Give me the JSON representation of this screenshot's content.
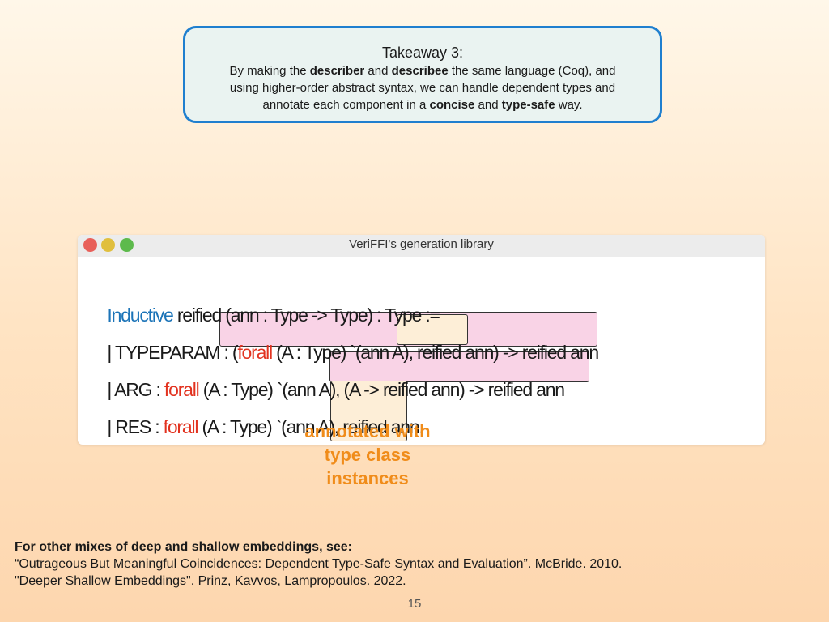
{
  "takeaway": {
    "title": "Takeaway 3:",
    "line1": {
      "a": "By making the ",
      "b": "describer",
      "c": " and ",
      "d": "describee",
      "e": " the same language (Coq), and"
    },
    "line2": "using higher-order abstract syntax, we can handle dependent types and",
    "line3": {
      "a": "annotate each component in a ",
      "b": "concise",
      "c": " and ",
      "d": "type-safe",
      "e": " way."
    }
  },
  "window": {
    "title": "VeriFFI's generation library",
    "code": {
      "line1": {
        "kw": "Inductive",
        "rest": " reified (ann : Type -> Type) : Type :="
      },
      "line2": {
        "a": "| TYPEPARAM : (",
        "kw": "forall",
        "b": " (A : Type) `(ann A), reified ann) -> reified ann"
      },
      "line3": {
        "a": "| ARG : ",
        "kw": "forall",
        "b": " (A : Type) `(ann A), (A -> reified ann) -> reified ann"
      },
      "line4": {
        "a": "| RES : ",
        "kw": "forall",
        "b": " (A : Type) `(ann A), reified ann."
      }
    }
  },
  "annotation": {
    "line1": "annotated with",
    "line2": "type class",
    "line3": "instances"
  },
  "references": {
    "heading": "For other mixes of deep and shallow embeddings, see:",
    "ref1": "“Outrageous But Meaningful Coincidences: Dependent Type-Safe Syntax and Evaluation”. McBride. 2010.",
    "ref2": "\"Deeper Shallow Embeddings\". Prinz, Kavvos, Lampropoulos. 2022."
  },
  "page_number": "15",
  "colors": {
    "takeaway_border": "#1f7fcf",
    "keyword_blue": "#1c74b8",
    "keyword_red": "#e2321f",
    "annotation_orange": "#f08c1a",
    "highlight_pink": "#f9d3e6",
    "highlight_cream": "#fdeed7"
  }
}
